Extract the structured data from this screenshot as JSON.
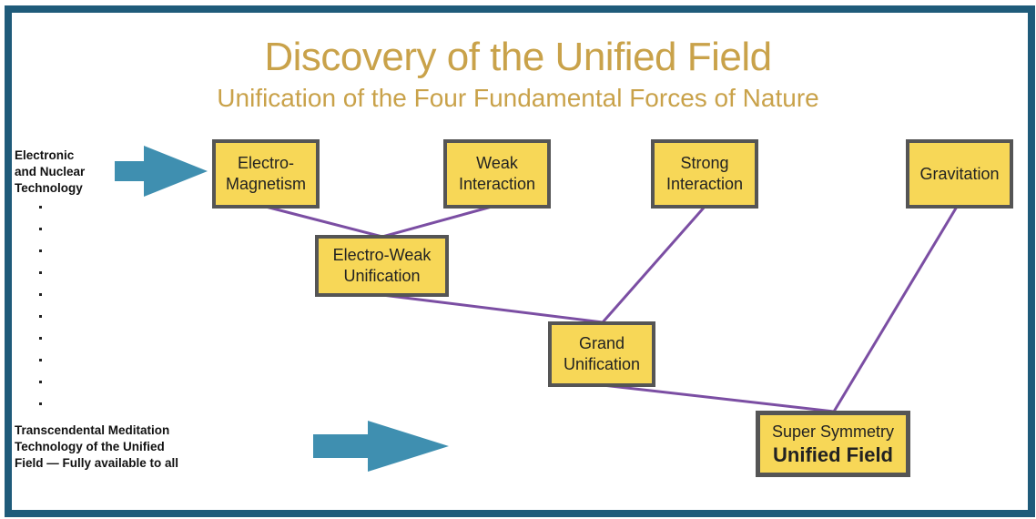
{
  "title": "Discovery of the Unified Field",
  "subtitle": "Unification of the Four Fundamental Forces of Nature",
  "left_labels": {
    "top": "Electronic\nand Nuclear\nTechnology",
    "bottom": "Transcendental Meditation\nTechnology of the Unified\nField — Fully available to all"
  },
  "boxes": {
    "electromagnetism": "Electro-\nMagnetism",
    "weak": "Weak\nInteraction",
    "strong": "Strong\nInteraction",
    "gravitation": "Gravitation",
    "electroweak": "Electro-Weak\nUnification",
    "grand": "Grand\nUnification",
    "final_line1": "Super Symmetry",
    "final_line2": "Unified Field"
  },
  "colors": {
    "frame": "#1f5b7a",
    "title": "#c9a24a",
    "box_fill": "#f7d757",
    "box_border": "#555555",
    "line": "#7b4ea3",
    "arrow": "#3f8fb0"
  }
}
